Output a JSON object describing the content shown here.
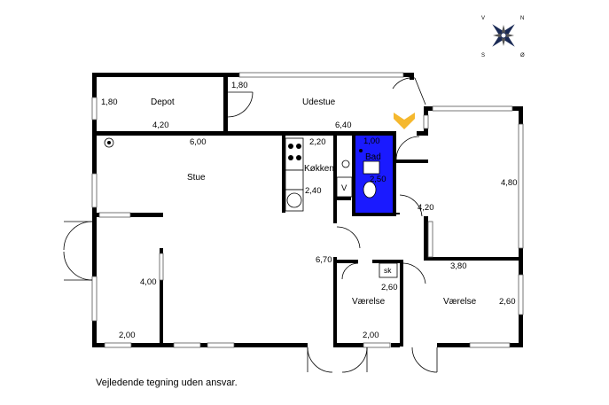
{
  "compass": {
    "n": "N",
    "v": "V",
    "s": "S",
    "o": "Ø"
  },
  "colors": {
    "wall": "#000000",
    "bath": "#1a1aff",
    "accent": "#f5b82e"
  },
  "rooms": {
    "depot": "Depot",
    "udestue": "Udestue",
    "stue": "Stue",
    "kokken": "Køkken",
    "bad": "Bad",
    "vaerelse1": "Værelse",
    "vaerelse2": "Værelse",
    "sk": "sk",
    "v": "V"
  },
  "dims": {
    "d180a": "1,80",
    "d420a": "4,20",
    "d180b": "1,80",
    "d640": "6,40",
    "d600": "6,00",
    "d220": "2,20",
    "d240": "2,40",
    "d100": "1,00",
    "d250": "2,50",
    "d480": "4,80",
    "d420b": "4,20",
    "d670": "6,70",
    "d380": "3,80",
    "d400": "4,00",
    "d260a": "2,60",
    "d260b": "2,60",
    "d200a": "2,00",
    "d200b": "2,00"
  },
  "disclaimer": "Vejledende tegning uden ansvar."
}
